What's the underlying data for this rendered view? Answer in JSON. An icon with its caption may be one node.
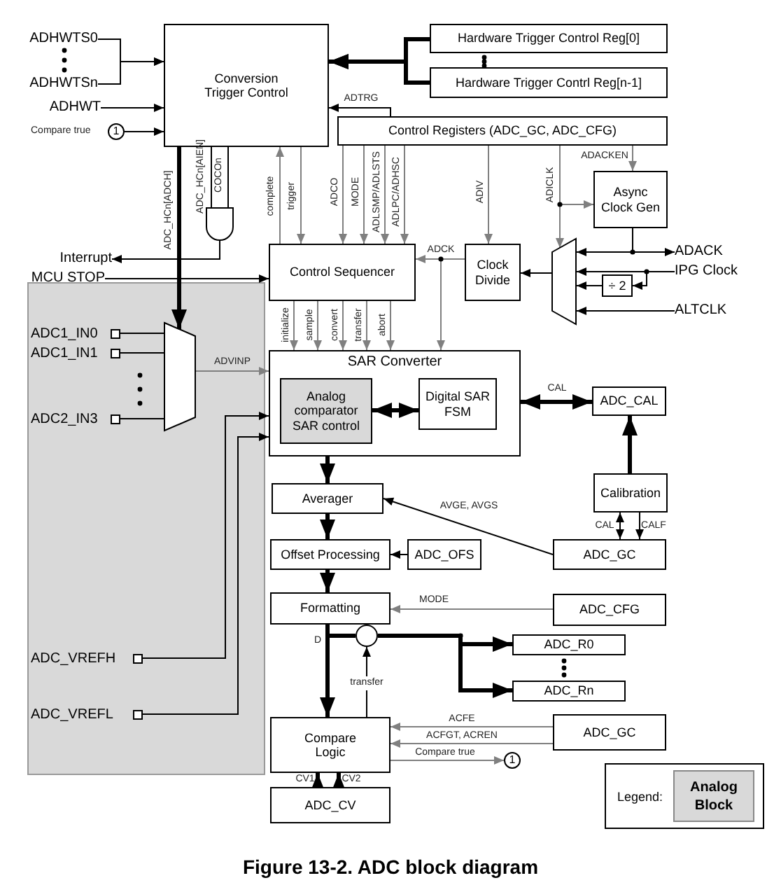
{
  "diagram": {
    "caption": "Figure 13-2. ADC block diagram",
    "nodes": [
      {
        "text": [
          "Conversion Trigger Control"
        ]
      },
      {
        "text": [
          "Hardware Trigger Control Reg[0]"
        ]
      },
      {
        "text": [
          "Hardware Trigger Contrl Reg[n-1]"
        ]
      },
      {
        "text": [
          "ADHWTS0"
        ]
      },
      {
        "text": [
          "ADHWTSn"
        ]
      },
      {
        "text": [
          "ADHWT"
        ]
      },
      {
        "text": [
          "1"
        ]
      },
      {
        "text": [
          "Control Registers (ADC_GC, ADC_CFG)"
        ]
      },
      {
        "text": [
          "Async Clock Gen"
        ]
      },
      {
        "text": [],
        "shape": "gate"
      },
      {
        "text": [
          "Interrupt"
        ]
      },
      {
        "text": [
          "MCU STOP"
        ]
      },
      {
        "text": [
          "Control Sequencer"
        ]
      },
      {
        "text": [
          "Clock Divide"
        ]
      },
      {
        "text": [],
        "shape": "trapezoid"
      },
      {
        "text": [
          "÷ 2"
        ]
      },
      {
        "text": [
          "ADACK"
        ]
      },
      {
        "text": [
          "IPG Clock"
        ]
      },
      {
        "text": [
          "ALTCLK"
        ]
      },
      {
        "text": [],
        "shape": "trapezoid"
      },
      {
        "text": [
          "ADC1_IN0"
        ]
      },
      {
        "text": [
          "ADC1_IN1"
        ]
      },
      {
        "text": [
          "ADC2_IN3"
        ]
      },
      {
        "text": [
          "ADC_VREFH"
        ]
      },
      {
        "text": [
          "ADC_VREFL"
        ]
      },
      {
        "text": [
          "SAR Converter"
        ]
      },
      {
        "text": [
          "Analog comparator SAR control"
        ],
        "in": 25
      },
      {
        "text": [
          "Digital SAR FSM"
        ],
        "in": 25
      },
      {
        "text": [
          "ADC_CAL"
        ]
      },
      {
        "text": [
          "Calibration"
        ]
      },
      {
        "text": [
          "ADC_GC"
        ]
      },
      {
        "text": [
          "Averager"
        ]
      },
      {
        "text": [
          "Offset Processing"
        ]
      },
      {
        "text": [
          "ADC_OFS"
        ]
      },
      {
        "text": [
          "Formatting"
        ]
      },
      {
        "text": [
          "ADC_CFG"
        ]
      },
      {
        "text": [],
        "shape": "circle"
      },
      {
        "text": [
          "ADC_R0"
        ]
      },
      {
        "text": [
          "ADC_Rn"
        ]
      },
      {
        "text": [
          "Compare Logic"
        ]
      },
      {
        "text": [
          "ADC_GC"
        ]
      },
      {
        "text": [
          "1"
        ]
      },
      {
        "text": [
          "ADC_CV"
        ]
      }
    ],
    "edges": [
      {
        "from": 3,
        "to": 0,
        "arrow": "to"
      },
      {
        "from": 4,
        "to": 0,
        "arrow": "to"
      },
      {
        "from": 5,
        "to": 0,
        "arrow": "to"
      },
      {
        "from": 6,
        "to": 0,
        "arrow": "to"
      },
      {
        "from": 1,
        "to": 0,
        "arrow": "to",
        "style": "thick"
      },
      {
        "from": 2,
        "to": 0,
        "arrow": "to",
        "style": "thick"
      },
      {
        "from": 7,
        "to": 0,
        "arrow": "to",
        "label": "ADTRG"
      },
      {
        "from": 0,
        "to": 12,
        "arrow": "to",
        "label": "trigger",
        "color": "#808080"
      },
      {
        "from": 12,
        "to": 0,
        "arrow": "to",
        "label": "complete",
        "color": "#808080"
      },
      {
        "from": 7,
        "to": 12,
        "arrow": "to",
        "label": "ADCO",
        "color": "#808080"
      },
      {
        "from": 7,
        "to": 12,
        "arrow": "to",
        "label": "MODE",
        "color": "#808080"
      },
      {
        "from": 7,
        "to": 12,
        "arrow": "to",
        "label": "ADLSMP/ADLSTS",
        "color": "#808080"
      },
      {
        "from": 7,
        "to": 12,
        "arrow": "to",
        "label": "ADLPC/ADHSC",
        "color": "#808080"
      },
      {
        "from": 7,
        "to": 13,
        "arrow": "to",
        "label": "ADIV",
        "color": "#808080"
      },
      {
        "from": 7,
        "to": 8,
        "arrow": "to",
        "label": "ADACKEN",
        "color": "#808080"
      },
      {
        "from": 7,
        "to": 14,
        "arrow": "to",
        "label": "ADICLK",
        "color": "#808080"
      },
      {
        "from": 7,
        "to": 8,
        "arrow": "to",
        "color": "#808080"
      },
      {
        "from": 8,
        "to": 14,
        "arrow": "to"
      },
      {
        "from": 8,
        "to": 16,
        "arrow": "to"
      },
      {
        "from": 17,
        "to": 14,
        "arrow": "to"
      },
      {
        "from": 17,
        "to": 15,
        "arrow": "to"
      },
      {
        "from": 15,
        "to": 14,
        "arrow": "to"
      },
      {
        "from": 18,
        "to": 14,
        "arrow": "to"
      },
      {
        "from": 14,
        "to": 13,
        "arrow": "to"
      },
      {
        "from": 13,
        "to": 12,
        "arrow": "to",
        "label": "ADCK",
        "color": "#808080"
      },
      {
        "from": 13,
        "to": 25,
        "arrow": "to",
        "color": "#808080"
      },
      {
        "from": 0,
        "to": 9,
        "arrow": "none",
        "label": "ADC_HCn[AIEN]"
      },
      {
        "from": 0,
        "to": 9,
        "arrow": "none",
        "label": "COCOn"
      },
      {
        "from": 9,
        "to": 10,
        "arrow": "to"
      },
      {
        "from": 0,
        "to": 19,
        "arrow": "to",
        "label": "ADC_HCn[ADCH]",
        "style": "thick"
      },
      {
        "from": 11,
        "to": 12,
        "arrow": "to"
      },
      {
        "from": 12,
        "to": 25,
        "arrow": "to",
        "label": "initialize",
        "color": "#808080"
      },
      {
        "from": 12,
        "to": 25,
        "arrow": "to",
        "label": "sample",
        "color": "#808080"
      },
      {
        "from": 12,
        "to": 25,
        "arrow": "to",
        "label": "convert",
        "color": "#808080"
      },
      {
        "from": 12,
        "to": 25,
        "arrow": "to",
        "label": "transfer",
        "color": "#808080"
      },
      {
        "from": 12,
        "to": 25,
        "arrow": "to",
        "label": "abort",
        "color": "#808080"
      },
      {
        "from": 20,
        "to": 19,
        "arrow": "none"
      },
      {
        "from": 21,
        "to": 19,
        "arrow": "none"
      },
      {
        "from": 22,
        "to": 19,
        "arrow": "none"
      },
      {
        "from": 19,
        "to": 25,
        "arrow": "to",
        "label": "ADVINP",
        "color": "#808080"
      },
      {
        "from": 23,
        "to": 25,
        "arrow": "to"
      },
      {
        "from": 24,
        "to": 25,
        "arrow": "to"
      },
      {
        "from": 26,
        "to": 27,
        "arrow": "both",
        "style": "thick"
      },
      {
        "from": 25,
        "to": 28,
        "arrow": "both",
        "label": "CAL",
        "style": "thick"
      },
      {
        "from": 29,
        "to": 28,
        "arrow": "to",
        "style": "thick"
      },
      {
        "from": 29,
        "to": 30,
        "arrow": "both",
        "label": "CAL"
      },
      {
        "from": 29,
        "to": 30,
        "arrow": "to",
        "label": "CALF"
      },
      {
        "from": 30,
        "to": 31,
        "arrow": "to",
        "label": "AVGE, AVGS"
      },
      {
        "from": 25,
        "to": 31,
        "arrow": "to",
        "style": "thick"
      },
      {
        "from": 31,
        "to": 32,
        "arrow": "to",
        "style": "thick"
      },
      {
        "from": 33,
        "to": 32,
        "arrow": "to"
      },
      {
        "from": 32,
        "to": 34,
        "arrow": "to",
        "style": "thick"
      },
      {
        "from": 35,
        "to": 34,
        "arrow": "to",
        "label": "MODE",
        "color": "#808080"
      },
      {
        "from": 34,
        "to": 39,
        "arrow": "to",
        "label": "D",
        "style": "thick"
      },
      {
        "from": 34,
        "to": 36,
        "arrow": "none",
        "style": "thick"
      },
      {
        "from": 36,
        "to": 37,
        "arrow": "to",
        "style": "thick"
      },
      {
        "from": 36,
        "to": 38,
        "arrow": "to",
        "style": "thick"
      },
      {
        "from": 39,
        "to": 36,
        "arrow": "to",
        "label": "transfer"
      },
      {
        "from": 40,
        "to": 39,
        "arrow": "to",
        "label": "ACFE",
        "color": "#808080"
      },
      {
        "from": 40,
        "to": 39,
        "arrow": "to",
        "label": "ACFGT, ACREN",
        "color": "#808080"
      },
      {
        "from": 39,
        "to": 41,
        "arrow": "to",
        "label": "Compare true",
        "color": "#808080"
      },
      {
        "from": 42,
        "to": 39,
        "arrow": "to",
        "label": "CV1",
        "style": "thick"
      },
      {
        "from": 42,
        "to": 39,
        "arrow": "to",
        "label": "CV2",
        "style": "thick"
      }
    ],
    "labels": [
      "Compare true",
      "Legend:"
    ],
    "legend": [
      {
        "text": "Analog Block",
        "color": "#d9d9d9"
      }
    ]
  }
}
